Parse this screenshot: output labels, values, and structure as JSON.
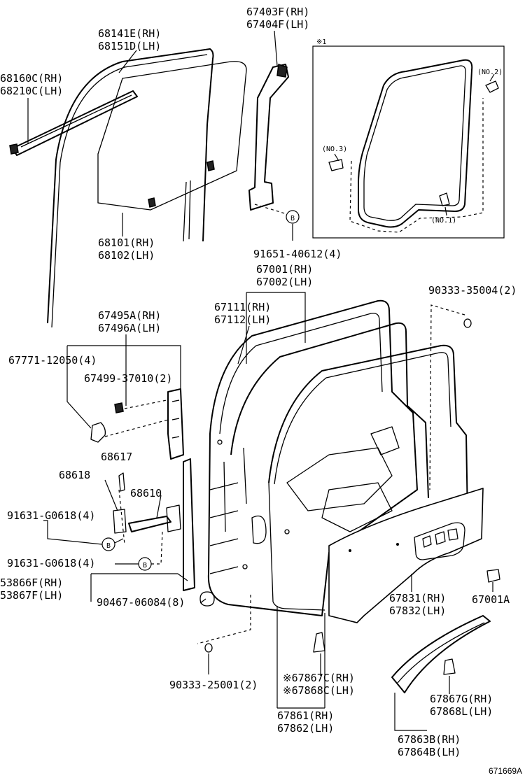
{
  "labels": {
    "l68141": "68141E(RH)",
    "l68151": "68151D(LH)",
    "l67403": "67403F(RH)",
    "l67404": "67404F(LH)",
    "l68160": "68160C(RH)",
    "l68210": "68210C(LH)",
    "l68101": "68101(RH)",
    "l68102": "68102(LH)",
    "l91651": "91651-40612(4)",
    "l67001": "67001(RH)",
    "l67002": "67002(LH)",
    "l90333a": "90333-35004(2)",
    "l67111": "67111(RH)",
    "l67112": "67112(LH)",
    "l67495": "67495A(RH)",
    "l67496": "67496A(LH)",
    "l67771": "67771-12050(4)",
    "l67499": "67499-37010(2)",
    "l68617": "68617",
    "l68618": "68618",
    "l68610": "68610",
    "l91631a": "91631-G0618(4)",
    "l91631b": "91631-G0618(4)",
    "l53866": "53866F(RH)",
    "l53867": "53867F(LH)",
    "l90467": "90467-06084(8)",
    "l67831": "67831(RH)",
    "l67832": "67832(LH)",
    "l67001a": "67001A",
    "l90333b": "90333-25001(2)",
    "l67867c": "※67867C(RH)",
    "l67868c": "※67868C(LH)",
    "l67867g": "67867G(RH)",
    "l67868l": "67868L(LH)",
    "l67861": "67861(RH)",
    "l67862": "67862(LH)",
    "l67863": "67863B(RH)",
    "l67864": "67864B(LH)",
    "inset_mark": "※1",
    "no1": "(NO.1)",
    "no2": "(NO.2)",
    "no3": "(NO.3)",
    "callout_b": "B",
    "catalog_id": "671669A"
  }
}
